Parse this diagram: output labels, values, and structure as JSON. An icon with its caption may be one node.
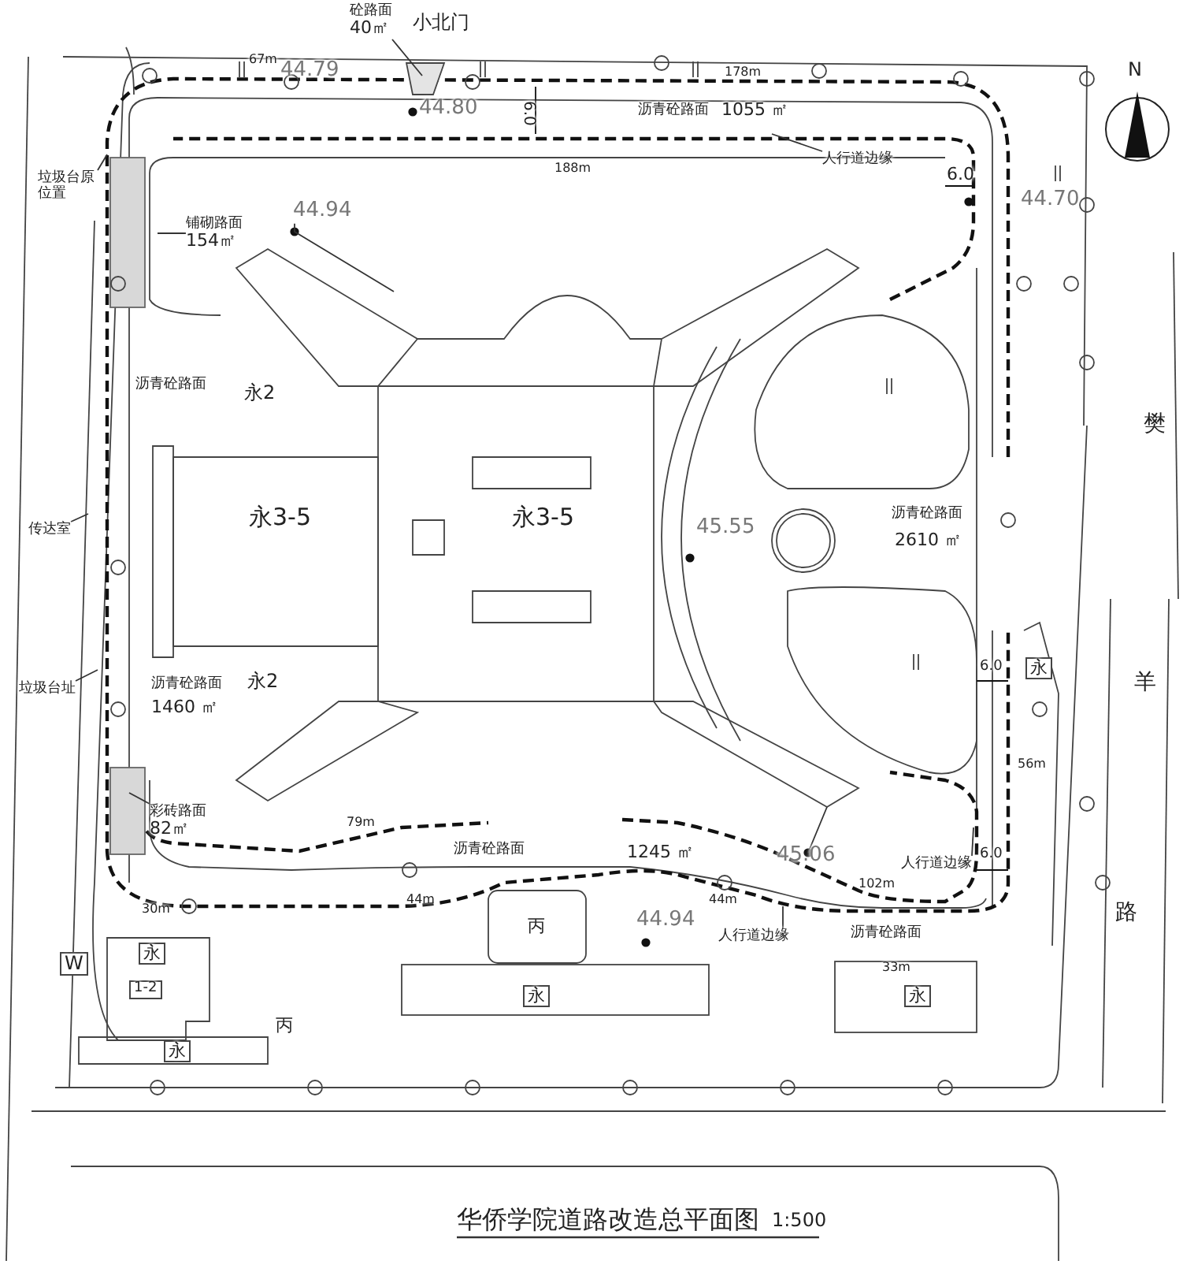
{
  "diagram": {
    "title": "华侨学院道路改造总平面图",
    "nodes": [
      {
        "text": [
          "砼路面",
          "40㎡"
        ]
      },
      {
        "text": [
          "垃圾台原位置"
        ]
      },
      {
        "text": [
          "铺砌路面",
          "154㎡"
        ]
      },
      {
        "text": [
          "44.94"
        ]
      },
      {
        "text": [
          "人行道边缘"
        ]
      },
      {
        "text": [
          "传达室"
        ]
      },
      {
        "text": [
          "垃圾台址"
        ]
      },
      {
        "text": [
          "彩砖路面",
          "82㎡"
        ]
      },
      {
        "text": [
          "45.06"
        ]
      },
      {
        "text": [
          "人行道边缘"
        ]
      },
      {
        "text": [
          "人行道边缘"
        ]
      }
    ],
    "edges": [
      {
        "from": 0,
        "to": null,
        "arrow": "none"
      },
      {
        "from": 1,
        "to": null,
        "arrow": "none"
      },
      {
        "from": 2,
        "to": null,
        "arrow": "none"
      },
      {
        "from": 3,
        "to": null,
        "arrow": "none"
      },
      {
        "from": 4,
        "to": null,
        "arrow": "none"
      },
      {
        "from": 5,
        "to": null,
        "arrow": "none"
      },
      {
        "from": 6,
        "to": null,
        "arrow": "none"
      },
      {
        "from": 7,
        "to": null,
        "arrow": "none"
      },
      {
        "from": 8,
        "to": null,
        "arrow": "none"
      },
      {
        "from": 9,
        "to": null,
        "arrow": "none"
      },
      {
        "from": 10,
        "to": null,
        "arrow": "none"
      }
    ],
    "labels": [
      "小北门",
      "44.79",
      "67m",
      "44.80",
      "6.0",
      "178m",
      "沥青砼路面",
      "1055 ㎡",
      "188m",
      "6.0",
      "44.70",
      "沥青砼路面",
      "永2",
      "永3-5",
      "永3-5",
      "45.55",
      "沥青砼路面",
      "2610 ㎡",
      "樊",
      "6.0",
      "永",
      "羊",
      "沥青砼路面",
      "1460 ㎡",
      "永2",
      "79m",
      "56m",
      "沥青砼路面",
      "1245 ㎡",
      "6.0",
      "102m",
      "30m",
      "44m",
      "44m",
      "44.94",
      "沥青砼路面",
      "路",
      "33m",
      "W",
      "永",
      "1-2",
      "丙",
      "永",
      "永",
      "丙",
      "永",
      "1:500",
      "N"
    ]
  }
}
